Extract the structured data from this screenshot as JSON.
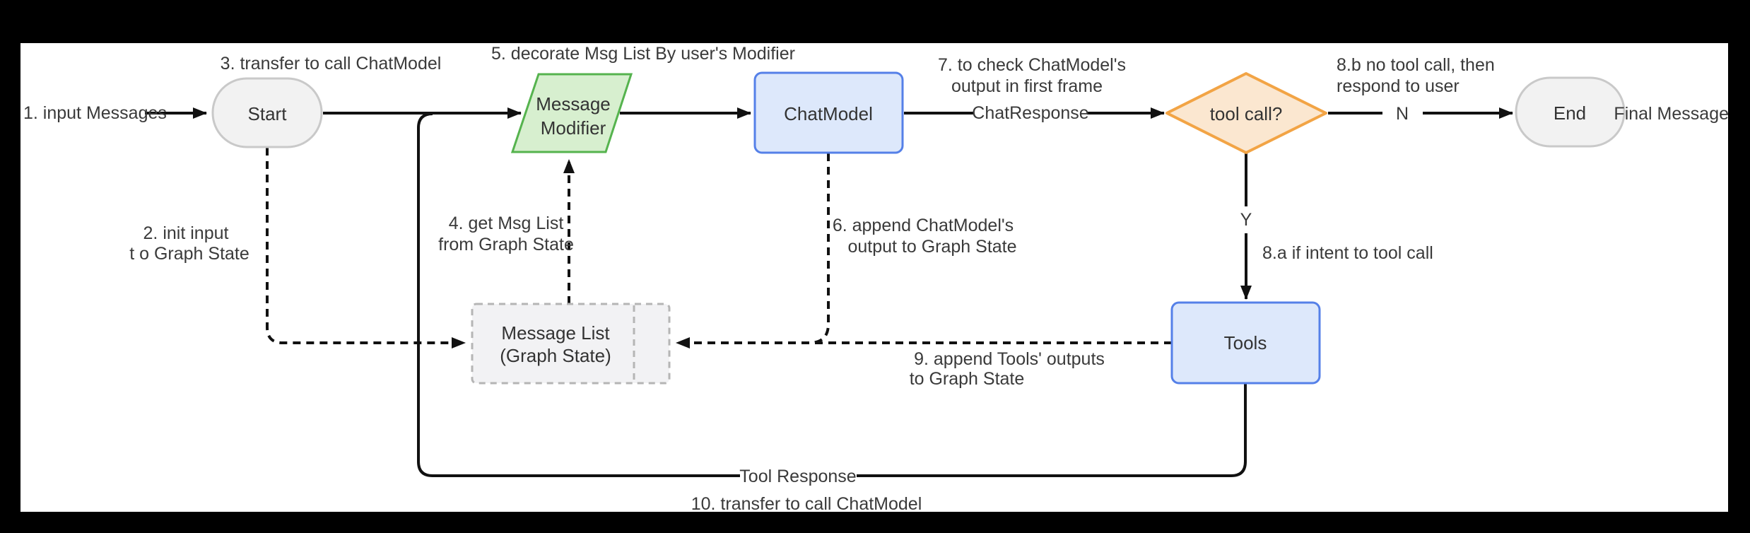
{
  "diagram": {
    "title_hint": "agent message flow chart",
    "colors": {
      "page_background": "#000000",
      "canvas_background": "#ffffff",
      "edge_stroke": "#111111",
      "text": "#333333",
      "terminal_fill": "#f2f2f2",
      "terminal_stroke": "#c9c9c9",
      "process_fill": "#dde8fb",
      "process_stroke": "#5580e8",
      "io_fill": "#d7efcf",
      "io_stroke": "#55b34e",
      "decision_fill": "#fbe7d0",
      "decision_stroke": "#f2a445",
      "state_fill": "#f2f2f4",
      "state_stroke": "#b5b5b5"
    },
    "nodes": {
      "start": {
        "label": "Start"
      },
      "message_modifier": {
        "label_line1": "Message",
        "label_line2": "Modifier"
      },
      "chat_model": {
        "label": "ChatModel"
      },
      "tool_call": {
        "label": "tool call?"
      },
      "end": {
        "label": "End"
      },
      "tools": {
        "label": "Tools"
      },
      "message_list": {
        "label_line1": "Message List",
        "label_line2": "(Graph State)"
      }
    },
    "labels": {
      "l1": "1. input Messages",
      "l2a": "2. init input",
      "l2b": "t o Graph State",
      "l3": "3. transfer to call ChatModel",
      "l4a": "4. get Msg List",
      "l4b": "from Graph State",
      "l5": "5. decorate Msg List By user's Modifier",
      "l6a": "6. append ChatModel's",
      "l6b": "output to Graph State",
      "l7a": "7. to check ChatModel's",
      "l7b": "output in first frame",
      "chat_response": "ChatResponse",
      "l8b_a": "8.b no tool call, then",
      "l8b_b": "respond to user",
      "n": "N",
      "final_message": "Final Message",
      "y": "Y",
      "l8a": "8.a if intent to tool  call",
      "l9a": "9. append Tools' outputs",
      "l9b": "to Graph State",
      "tool_response": "Tool Response",
      "l10": "10. transfer to  call ChatModel"
    }
  }
}
